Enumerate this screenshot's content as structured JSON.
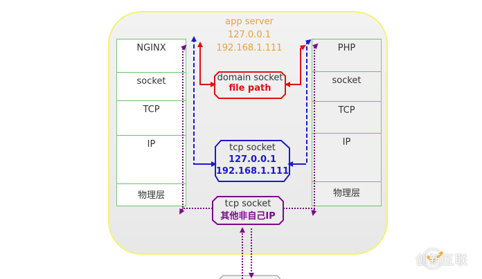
{
  "server": {
    "title": "app server",
    "ip1": "127.0.0.1",
    "ip2": "192.168.1.111"
  },
  "left_stack": {
    "layers": [
      "NGINX",
      "socket",
      "TCP",
      "IP",
      "物理层"
    ]
  },
  "right_stack": {
    "layers": [
      "PHP",
      "socket",
      "TCP",
      "IP",
      "物理层"
    ]
  },
  "domain_socket": {
    "label": "domain socket",
    "detail": "file path"
  },
  "tcp_socket_local": {
    "label": "tcp socket",
    "ip1": "127.0.0.1",
    "ip2": "192.168.1.111"
  },
  "tcp_socket_remote": {
    "label": "tcp socket",
    "detail": "其他非自己IP"
  },
  "watermark": {
    "text": "创新互联"
  },
  "colors": {
    "domain": "#e01010",
    "tcp_local": "#1a1acc",
    "tcp_remote": "#7a0a8a",
    "server_border": "#f5f07a",
    "server_title": "#f0a030",
    "stack_border": "#6cbf6c"
  }
}
